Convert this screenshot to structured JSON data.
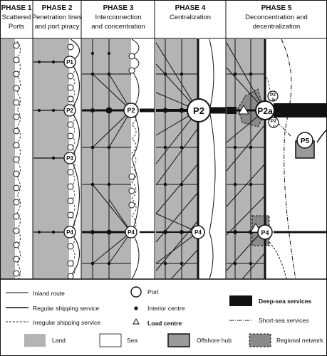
{
  "phases": [
    {
      "title": "PHASE 1",
      "subtitle_1": "Scattered",
      "subtitle_2": "Ports"
    },
    {
      "title": "PHASE 2",
      "subtitle_1": "Penetration lines",
      "subtitle_2": "and port piracy"
    },
    {
      "title": "PHASE 3",
      "subtitle_1": "Interconnection",
      "subtitle_2": "and concentration"
    },
    {
      "title": "PHASE 4",
      "subtitle_1": "Centralization",
      "subtitle_2": ""
    },
    {
      "title": "PHASE 5",
      "subtitle_1": "Deconcentration and",
      "subtitle_2": "decentralization"
    }
  ],
  "port_labels": {
    "p1": "P1",
    "p2": "P2",
    "p3": "P3",
    "p4": "P4",
    "p2a": "P2a",
    "p2b": "P2",
    "p2b_sub": "b",
    "p2c": "P2",
    "p2c_sub": "c",
    "p5": "P5"
  },
  "legend": {
    "inland_route": "Inland route",
    "regular_shipping": "Regular shipping service",
    "irregular_shipping": "Irregular shipping service",
    "port": "Port",
    "interior_centre": "Interior centre",
    "load_centre": "Load centre",
    "deep_sea": "Deep-sea services",
    "short_sea": "Short-sea services",
    "land": "Land",
    "sea": "Sea",
    "offshore_hub": "Offshore hub",
    "regional_network": "Regional network"
  },
  "colors": {
    "land": "#b4b4b4",
    "sea": "#ffffff",
    "ink": "#111111",
    "regional_network": "#8a8a8a"
  }
}
